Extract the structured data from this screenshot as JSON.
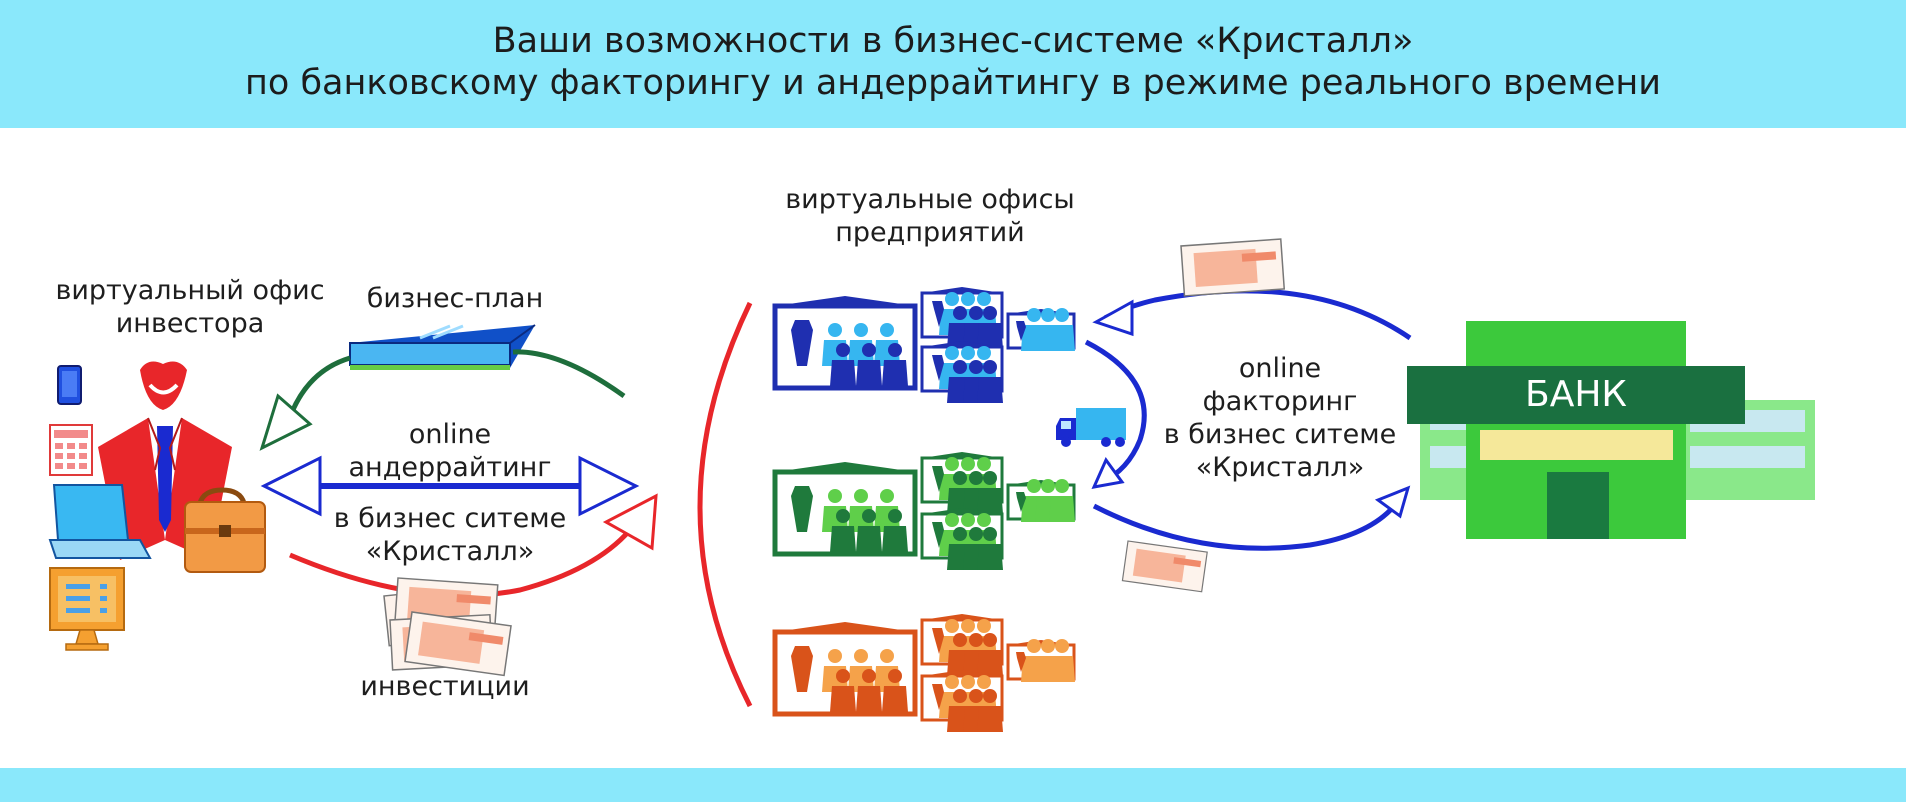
{
  "title": {
    "line1": "Ваши возможности в бизнес-системе «Кристалл»",
    "line2": "по банковскому факторингу и андеррайтингу в режиме реального времени"
  },
  "investor": {
    "office_line1": "виртуальный офис",
    "office_line2": "инвестора"
  },
  "business_plan": "бизнес-план",
  "underwriting": {
    "line1": "online",
    "line2": "андеррайтинг",
    "line3": "в бизнес ситеме",
    "line4": "«Кристалл»"
  },
  "investments": "инвестиции",
  "enterprises": {
    "line1": "виртуальные офисы",
    "line2": "предприятий"
  },
  "factoring": {
    "line1": "online",
    "line2": "факторинг",
    "line3": "в бизнес ситеме",
    "line4": "«Кристалл»"
  },
  "bank": "БАНК",
  "colors": {
    "header": "#8ae8fb",
    "group_blue": "#1f2fb0",
    "group_green": "#1f7a3c",
    "group_orange": "#d9531a",
    "arc_red": "#e8262a",
    "arc_blue": "#1a2ad0",
    "arc_green": "#1e6e3c",
    "bank_green": "#3cc93c",
    "bank_sign": "#1a7040"
  }
}
